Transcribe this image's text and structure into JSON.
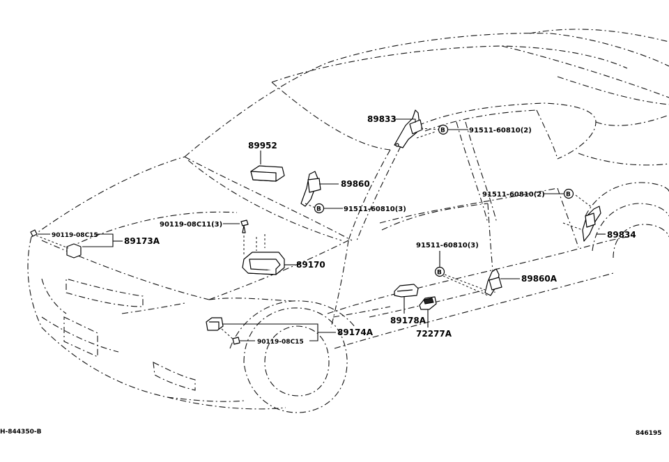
{
  "callouts": {
    "p89833": "89833",
    "p89952": "89952",
    "p89860": "89860",
    "p91511_a": "91511-60810(2)",
    "p91511_b": "91511-60810(3)",
    "p91511_c": "91511-60810(2)",
    "p91511_d": "91511-60810(3)",
    "p90119_08C11": "90119-08C11(3)",
    "p90119_08C15_a": "90119-08C15",
    "p90119_08C15_b": "90119-08C15",
    "p89173A": "89173A",
    "p89170": "89170",
    "p89834": "89834",
    "p89860A": "89860A",
    "p89178A": "89178A",
    "p72277A": "72277A",
    "p89174A": "89174A"
  },
  "bolt_marker": "B",
  "footer": {
    "left_code": "H-844350-B",
    "right_code": "846195"
  }
}
